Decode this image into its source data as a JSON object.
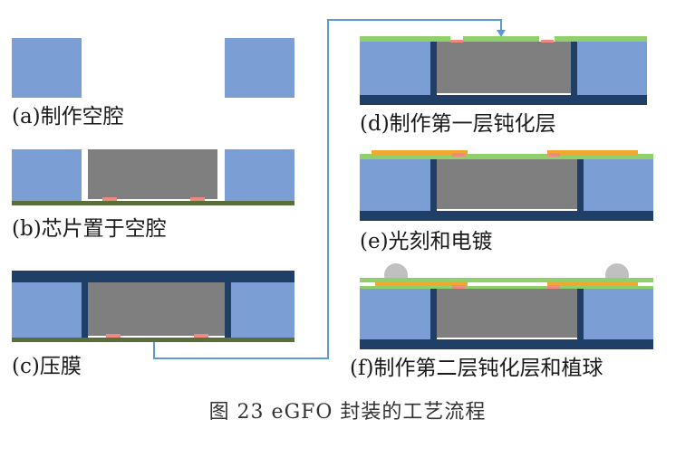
{
  "colors": {
    "substrate": "#7b9fd4",
    "chip": "#7f7f7f",
    "dark": "#1f3f66",
    "pad": "#f08a80",
    "film": "#5a6e3a",
    "passivation": "#8fd06a",
    "metal": "#f0a830",
    "ball": "#c0c0c0",
    "connector": "#5b9bd5"
  },
  "steps": {
    "a": "(a)制作空腔",
    "b": "(b)芯片置于空腔",
    "c": "(c)压膜",
    "d": "(d)制作第一层钝化层",
    "e": "(e)光刻和电镀",
    "f": "(f)制作第二层钝化层和植球"
  },
  "caption": "图 23   eGFO 封装的工艺流程"
}
